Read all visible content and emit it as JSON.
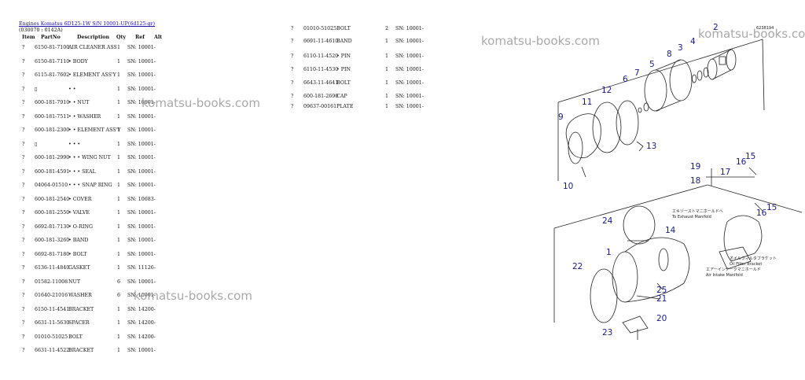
{
  "header": {
    "title_link": "Engines Komatsu 6D125-1W S/N 10001-UP(6d125-gr)",
    "code": "(030070 : 0142A)"
  },
  "columns": {
    "item": "Item",
    "partno": "PartNo",
    "description": "Description",
    "qty": "Qty",
    "ref": "Ref",
    "alt": "Alt"
  },
  "rows_left": [
    {
      "item": "?",
      "part": "6150-81-7100",
      "desc": "AIR CLEANER ASS",
      "qty": "1",
      "ref": "SN: 10001-"
    },
    {
      "item": "?",
      "part": "6150-81-7110",
      "desc": "• BODY",
      "qty": "1",
      "ref": "SN: 10001-"
    },
    {
      "item": "?",
      "part": "6115-81-7602",
      "desc": "• ELEMENT ASS'Y",
      "qty": "1",
      "ref": "SN: 10001-"
    },
    {
      "item": "?",
      "part": "▯",
      "desc": "• •",
      "qty": "1",
      "ref": "SN: 10001-"
    },
    {
      "item": "?",
      "part": "600-181-7910",
      "desc": "• • NUT",
      "qty": "1",
      "ref": "SN: 10001-"
    },
    {
      "item": "?",
      "part": "600-181-7511",
      "desc": "• • WASHER",
      "qty": "1",
      "ref": "SN: 10001-"
    },
    {
      "item": "?",
      "part": "600-181-2300",
      "desc": "• • ELEMENT ASS'Y",
      "qty": "1",
      "ref": "SN: 10001-"
    },
    {
      "item": "?",
      "part": "▯",
      "desc": "• • •",
      "qty": "1",
      "ref": "SN: 10001-"
    },
    {
      "item": "?",
      "part": "600-181-2990",
      "desc": "• • • WING NUT",
      "qty": "1",
      "ref": "SN: 10001-"
    },
    {
      "item": "?",
      "part": "600-181-4591",
      "desc": "• • • SEAL",
      "qty": "1",
      "ref": "SN: 10001-"
    },
    {
      "item": "?",
      "part": "04064-01510",
      "desc": "• • • SNAP RING",
      "qty": "1",
      "ref": "SN: 10001-"
    },
    {
      "item": "?",
      "part": "600-181-2540",
      "desc": "• COVER",
      "qty": "1",
      "ref": "SN: 10683-"
    },
    {
      "item": "?",
      "part": "600-181-2550",
      "desc": "• VALVE",
      "qty": "1",
      "ref": "SN: 10001-"
    },
    {
      "item": "?",
      "part": "6692-81-7130",
      "desc": "• O-RING",
      "qty": "1",
      "ref": "SN: 10001-"
    },
    {
      "item": "?",
      "part": "600-181-3260",
      "desc": "• BAND",
      "qty": "1",
      "ref": "SN: 10001-"
    },
    {
      "item": "?",
      "part": "6692-81-7180",
      "desc": "• BOLT",
      "qty": "1",
      "ref": "SN: 10001-"
    },
    {
      "item": "?",
      "part": "6136-11-4840",
      "desc": "GASKET",
      "qty": "1",
      "ref": "SN: 11126-"
    },
    {
      "item": "?",
      "part": "01582-11008",
      "desc": "NUT",
      "qty": "6",
      "ref": "SN: 10001-"
    },
    {
      "item": "?",
      "part": "01640-21016",
      "desc": "WASHER",
      "qty": "6",
      "ref": "SN: 10001-"
    },
    {
      "item": "?",
      "part": "6150-11-4541",
      "desc": "BRACKET",
      "qty": "1",
      "ref": "SN: 14200-"
    },
    {
      "item": "?",
      "part": "6631-11-5630",
      "desc": "SPACER",
      "qty": "1",
      "ref": "SN: 14200-"
    },
    {
      "item": "?",
      "part": "01010-51025",
      "desc": "BOLT",
      "qty": "1",
      "ref": "SN: 14200-"
    },
    {
      "item": "?",
      "part": "6631-11-4522",
      "desc": "BRACKET",
      "qty": "1",
      "ref": "SN: 10001-"
    }
  ],
  "rows_right": [
    {
      "item": "?",
      "part": "01010-51025",
      "desc": "BOLT",
      "qty": "2",
      "ref": "SN: 10001-"
    },
    {
      "item": "?",
      "part": "6691-11-4610",
      "desc": "BAND",
      "qty": "1",
      "ref": "SN: 10001-"
    },
    {
      "item": "?",
      "part": "6110-11-4520",
      "desc": "• PIN",
      "qty": "1",
      "ref": "SN: 10001-"
    },
    {
      "item": "?",
      "part": "6110-11-4530",
      "desc": "• PIN",
      "qty": "1",
      "ref": "SN: 10001-"
    },
    {
      "item": "?",
      "part": "6643-11-4641",
      "desc": "BOLT",
      "qty": "1",
      "ref": "SN: 10001-"
    },
    {
      "item": "?",
      "part": "600-181-2690",
      "desc": "CAP",
      "qty": "1",
      "ref": "SN: 10001-"
    },
    {
      "item": "?",
      "part": "09637-00161",
      "desc": "PLATE",
      "qty": "1",
      "ref": "SN: 10001-"
    }
  ],
  "watermark": "komatsu-books.com",
  "diagram": {
    "callouts": [
      "1",
      "2",
      "3",
      "4",
      "5",
      "6",
      "7",
      "8",
      "9",
      "10",
      "11",
      "12",
      "13",
      "14",
      "15",
      "16",
      "17",
      "18",
      "19",
      "20",
      "21",
      "22",
      "23",
      "24",
      "25",
      "15",
      "16"
    ],
    "code_label": "6238194",
    "note_exhaust": [
      "エキゾーストマニホールドへ",
      "To Exhaust Manifold"
    ],
    "note_bracket": [
      "オイルフィルタブラケット",
      "Oil Filter Bracket",
      "エアーインテークマニホールド",
      "Air Intake Manifold"
    ]
  },
  "colors": {
    "link": "#1a0dab",
    "callout": "#1a1a8c",
    "watermark": "#a9a9a9"
  }
}
